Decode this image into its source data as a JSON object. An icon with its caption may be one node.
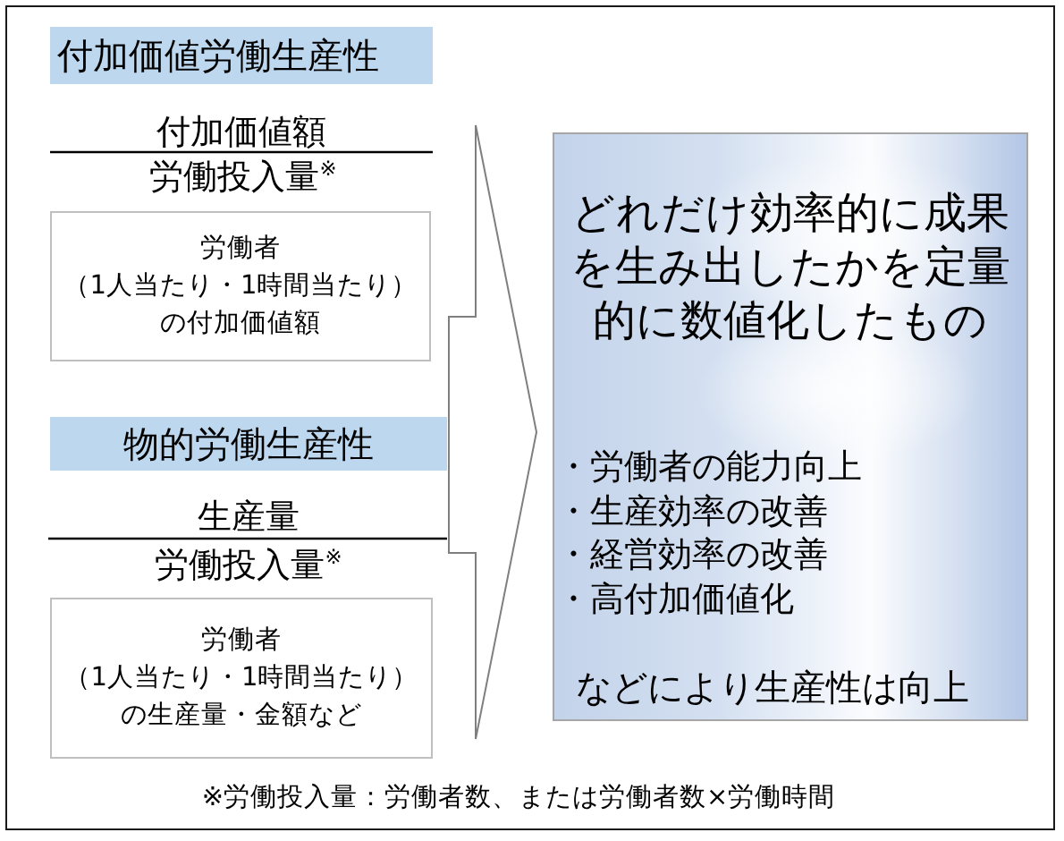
{
  "diagram": {
    "nodes": [
      {
        "text": [
          "付加価値労働生産性"
        ]
      },
      {
        "text": [
          "労働者（1人当たり・1時間当たり）の付加価値額"
        ]
      },
      {
        "text": [
          "物的労働生産性"
        ]
      },
      {
        "text": [
          "労働者（1人当たり・1時間当たり）の生産量・金額など"
        ]
      },
      {
        "text": [
          "どれだけ効率的に成果を生み出したかを定量的に数値化したもの",
          "・労働者の能力向上",
          "・生産効率の改善",
          "・経営効率の改善",
          "・高付加価値化",
          "などにより生産性は向上"
        ]
      }
    ],
    "edges": [
      {
        "from": null,
        "to": 4,
        "arrow": "to"
      }
    ],
    "labels": [
      "付加価値額",
      "労働投入量$^{※}$",
      "生産量",
      "労働投入量$^{※}$",
      "※労働投入量：労働者数、または労働者数×労働時間"
    ]
  }
}
